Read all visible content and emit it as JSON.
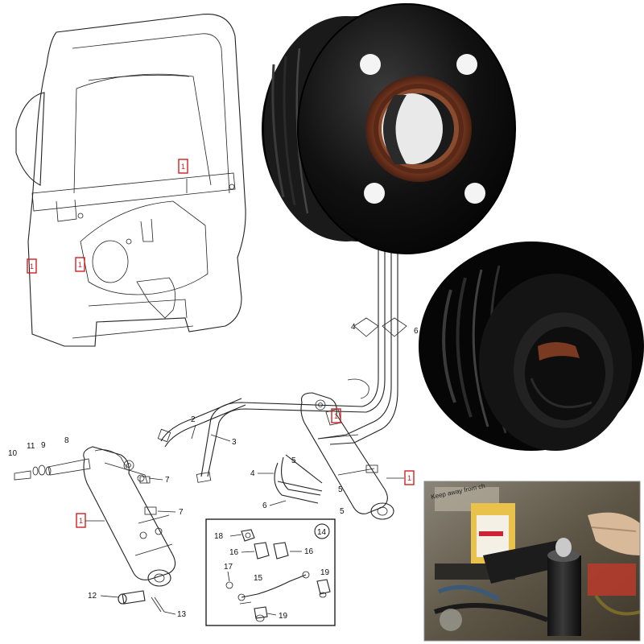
{
  "diagram": {
    "callouts": {
      "c1_left": "1",
      "c1_right": "1",
      "c1_a": "1",
      "c1_b": "1",
      "c1_c": "1",
      "c1_d": "1",
      "c2": "2",
      "c3": "3",
      "c4_lines": "4",
      "c4_lower": "4",
      "c5_a": "5",
      "c5_b": "5",
      "c6_lines": "6",
      "c6_lower": "6",
      "c7_a": "7",
      "c7_b": "7",
      "c8": "8",
      "c9": "9",
      "c10": "10",
      "c11": "11",
      "c12": "12",
      "c13": "13",
      "inset_number": "14",
      "c15": "15",
      "c16_a": "16",
      "c16_b": "16",
      "c17": "17",
      "c18": "18",
      "c19_a": "19",
      "c19_b": "19"
    }
  },
  "photo": {
    "sticker_text": "Keep away from ch"
  },
  "colors": {
    "callout_red": "#d21f1f",
    "seal_brown": "#7a3a22",
    "body_black": "#121212"
  }
}
